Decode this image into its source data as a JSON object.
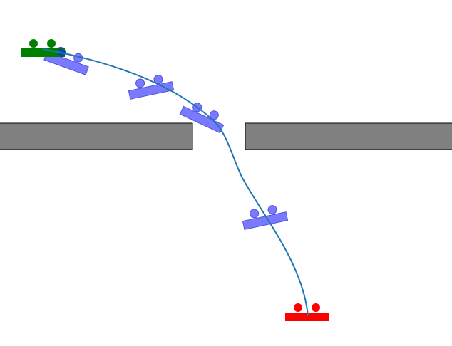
{
  "colors": {
    "background": "#ffffff",
    "wall_fill": "#808080",
    "wall_stroke": "#000000",
    "trajectory": "#1f77b4",
    "start": "#008000",
    "goal": "#ff0000",
    "waypoint": "#7a7aff",
    "waypoint_stroke": "#5050e0",
    "start_marker": "#0b4f8a"
  },
  "elements": {
    "walls": [
      "left-wall",
      "right-wall"
    ],
    "robot_states": [
      "start",
      "waypoint-1",
      "waypoint-2",
      "waypoint-3",
      "waypoint-4",
      "goal"
    ]
  }
}
